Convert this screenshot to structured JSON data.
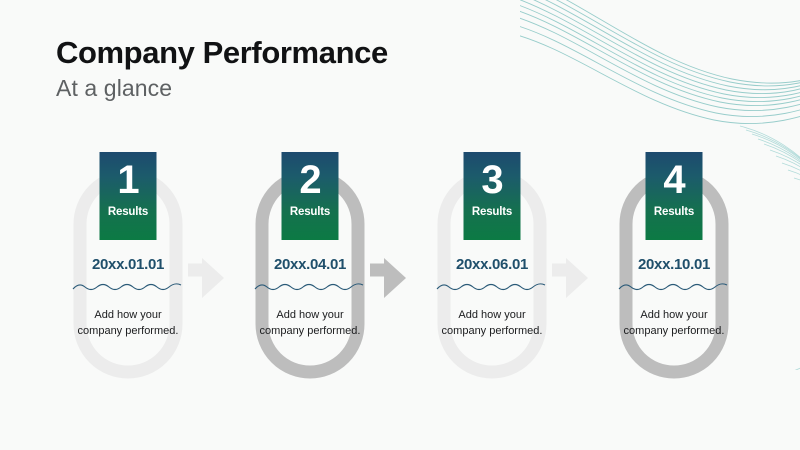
{
  "page": {
    "background_color": "#f9faf9"
  },
  "header": {
    "title": "Company Performance",
    "subtitle": "At a glance"
  },
  "theme": {
    "badge_gradient_top": "#1d4a6e",
    "badge_gradient_bottom": "#0c7a44",
    "date_color": "#1f4f6b",
    "wave_color": "#2a5a78",
    "capsule_light": "#ececec",
    "capsule_dark": "#bdbdbd",
    "text_color": "#1b1c1e",
    "accent_teal": "#4aa9a6"
  },
  "timeline": {
    "stages": [
      {
        "number": "1",
        "badge_label": "Results",
        "date": "20xx.01.01",
        "description": "Add how your company performed.",
        "outline_tone": "light"
      },
      {
        "number": "2",
        "badge_label": "Results",
        "date": "20xx.04.01",
        "description": "Add how your company performed.",
        "outline_tone": "dark"
      },
      {
        "number": "3",
        "badge_label": "Results",
        "date": "20xx.06.01",
        "description": "Add how your company performed.",
        "outline_tone": "light"
      },
      {
        "number": "4",
        "badge_label": "Results",
        "date": "20xx.10.01",
        "description": "Add how your company performed.",
        "outline_tone": "dark"
      }
    ]
  },
  "decorations": [
    {
      "name": "teal-swoosh-ribbon",
      "position": "top-right",
      "color": "#4aa9a6"
    },
    {
      "name": "teal-fan-lines",
      "position": "right-edge",
      "color": "#6cbdbb"
    }
  ]
}
